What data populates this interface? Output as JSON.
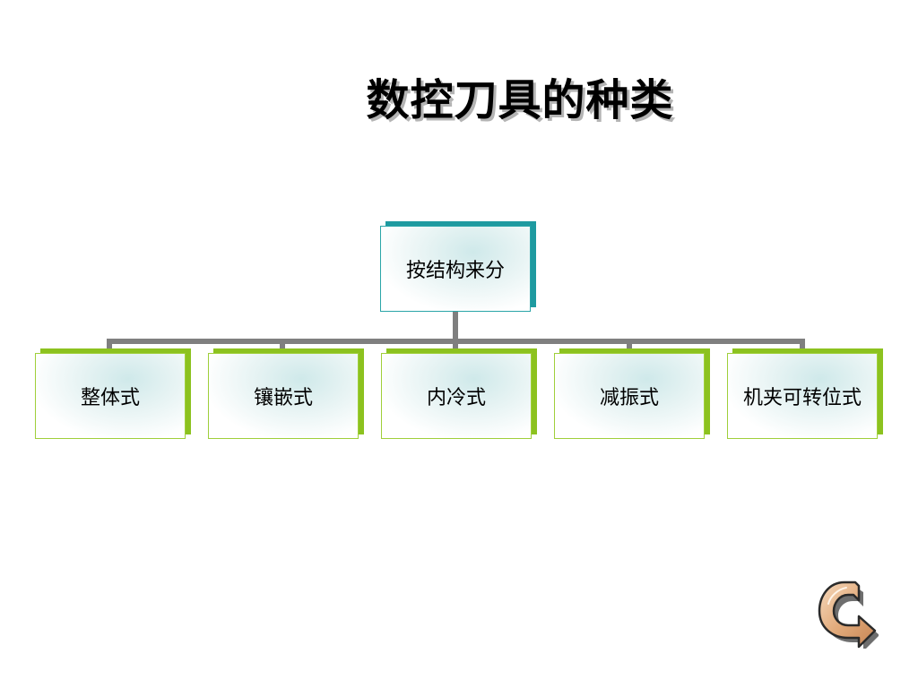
{
  "title": "数控刀具的种类",
  "org_chart": {
    "root": {
      "label": "按结构来分"
    },
    "children": [
      {
        "label": "整体式"
      },
      {
        "label": "镶嵌式"
      },
      {
        "label": "内冷式"
      },
      {
        "label": "减振式"
      },
      {
        "label": "机夹可转位式"
      }
    ]
  },
  "colors": {
    "root_accent": "#1e9aa0",
    "child_accent": "#8cc21f",
    "connector": "#7f7f7f"
  },
  "nav": {
    "return_icon": "return-arrow-icon"
  }
}
